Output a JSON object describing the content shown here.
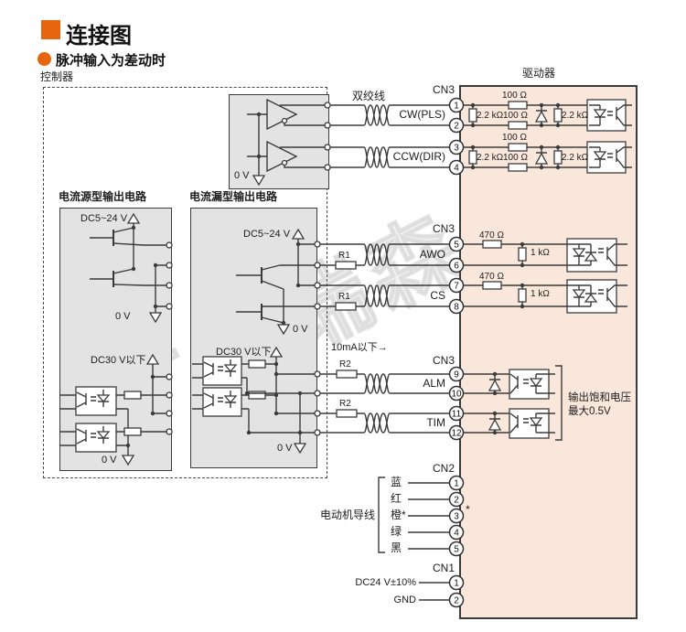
{
  "header": {
    "title": "连接图",
    "subtitle": "脉冲输入为差动时"
  },
  "labels": {
    "controller": "控制器",
    "driver": "驱动器",
    "twisted_pair": "双绞线",
    "current_note": "10mA以下→",
    "motor_leads": "电动机导线",
    "output_note_1": "输出饱和电压",
    "output_note_2": "最大0.5V",
    "watermark": "广州瑞森"
  },
  "line_driver": {
    "gnd": "0 V"
  },
  "source_circuit": {
    "title": "电流源型输出电路",
    "supply": "DC5~24 V",
    "gnd": "0 V",
    "low_voltage": "DC30 V以下",
    "gnd2": "0 V"
  },
  "sink_circuit": {
    "title": "电流漏型输出电路",
    "supply": "DC5~24 V",
    "gnd": "0 V",
    "low_voltage": "DC30 V以下",
    "gnd2": "0 V"
  },
  "cn3_pulse": {
    "connector": "CN3",
    "rows": [
      {
        "signal": "CW(PLS)",
        "pin_a": "1",
        "pin_b": "2",
        "r_top": "100 Ω",
        "r_shunt_in": "2.2 kΩ",
        "r_mid": "100 Ω",
        "r_shunt_out": "2.2 kΩ"
      },
      {
        "signal": "CCW(DIR)",
        "pin_a": "3",
        "pin_b": "4",
        "r_top": "100 Ω",
        "r_shunt_in": "2.2 kΩ",
        "r_mid": "100 Ω",
        "r_shunt_out": "2.2 kΩ"
      }
    ]
  },
  "cn3_io": {
    "connector": "CN3",
    "rows": [
      {
        "signal": "AWO",
        "pin_a": "5",
        "pin_b": "6",
        "r_ext": "R1",
        "r_series": "470 Ω",
        "r_shunt": "1 kΩ"
      },
      {
        "signal": "CS",
        "pin_a": "7",
        "pin_b": "8",
        "r_ext": "R1",
        "r_series": "470 Ω",
        "r_shunt": "1 kΩ"
      }
    ]
  },
  "cn3_out": {
    "connector": "CN3",
    "rows": [
      {
        "signal": "ALM",
        "pin_a": "9",
        "pin_b": "10",
        "r_ext": "R2"
      },
      {
        "signal": "TIM",
        "pin_a": "11",
        "pin_b": "12",
        "r_ext": "R2"
      }
    ]
  },
  "cn2": {
    "connector": "CN2",
    "wires": [
      {
        "name": "蓝",
        "pin": "1"
      },
      {
        "name": "红",
        "pin": "2"
      },
      {
        "name": "橙*",
        "pin": "3",
        "suffix": "*"
      },
      {
        "name": "绿",
        "pin": "4"
      },
      {
        "name": "黑",
        "pin": "5"
      }
    ]
  },
  "cn1": {
    "connector": "CN1",
    "rows": [
      {
        "name": "DC24 V±10%",
        "pin": "1"
      },
      {
        "name": "GND",
        "pin": "2"
      }
    ]
  },
  "colors": {
    "accent": "#E8650F",
    "driver_bg": "#FAE7DB",
    "circuit_bg": "#E3E3E3"
  }
}
